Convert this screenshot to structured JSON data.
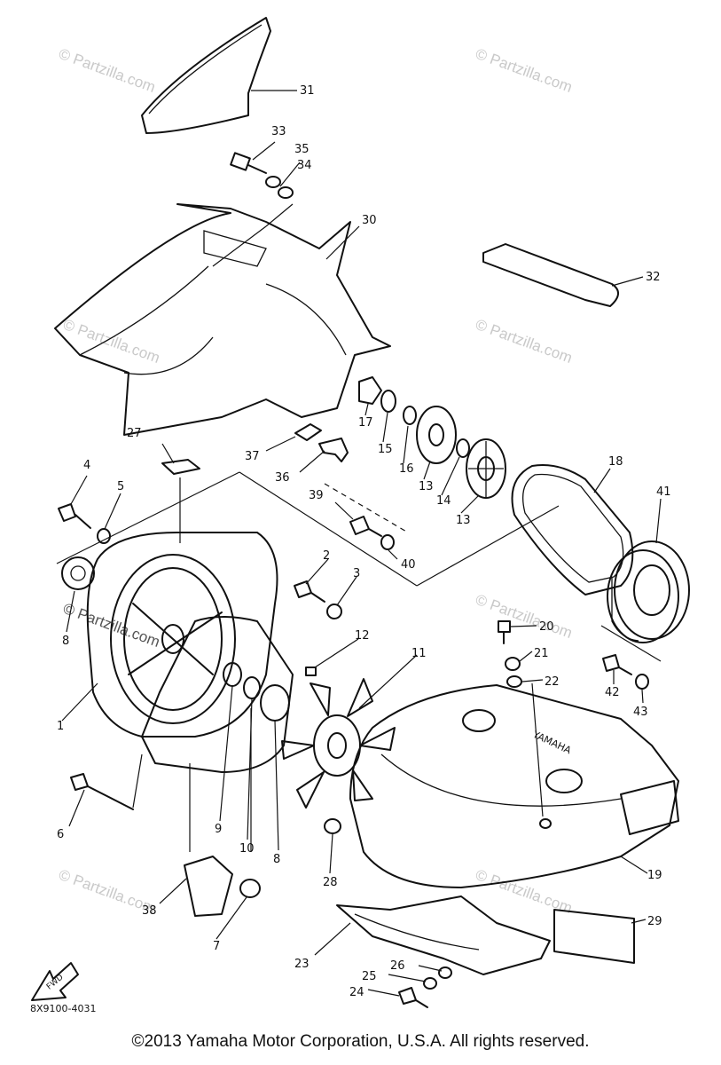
{
  "callouts": [
    "31",
    "33",
    "35",
    "34",
    "30",
    "32",
    "17",
    "15",
    "16",
    "13",
    "14",
    "13",
    "18",
    "41",
    "27",
    "37",
    "36",
    "4",
    "5",
    "39",
    "40",
    "2",
    "3",
    "8",
    "12",
    "11",
    "20",
    "21",
    "22",
    "42",
    "43",
    "1",
    "9",
    "10",
    "8",
    "6",
    "28",
    "19",
    "38",
    "7",
    "29",
    "23",
    "26",
    "25",
    "24"
  ],
  "watermark": "© Partzilla.com",
  "drawing_code": "8X9100-4031",
  "direction_label": "FWD",
  "copyright": "©2013  Yamaha Motor Corporation, U.S.A. All rights reserved.",
  "brand_mark": "YAMAHA"
}
